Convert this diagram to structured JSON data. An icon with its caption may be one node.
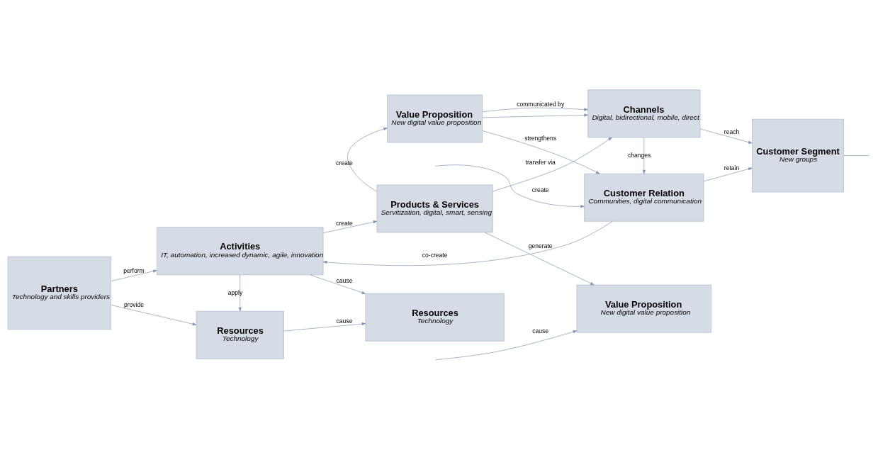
{
  "diagram": {
    "nodes": [
      {
        "text": [
          "Partners",
          "Technology and skills providers"
        ]
      },
      {
        "text": [
          "Activities",
          "IT, automation, increased dynamic, agile, innovation"
        ]
      },
      {
        "text": [
          "Products & Services",
          "Servitization, digital, smart, sensing"
        ]
      },
      {
        "text": [
          "Customer Relation",
          "Communities, digital communication"
        ]
      },
      {
        "text": [
          "Customer Segment",
          "New groups"
        ]
      },
      {
        "text": [
          "Resources",
          "Technology"
        ]
      },
      {
        "text": [
          "Value Proposition",
          "New digital value proposition"
        ]
      },
      {
        "text": [
          "Channels",
          "Digital, bidirectional, mobile, direct"
        ]
      },
      {
        "text": [
          "Resources",
          "Technology"
        ]
      },
      {
        "text": [
          "Value Proposition",
          "New digital value proposition"
        ]
      }
    ],
    "edges": [
      {
        "from": 0,
        "to": 1,
        "arrow": "to",
        "label": "perform"
      },
      {
        "from": 0,
        "to": 5,
        "arrow": "to",
        "label": "provide"
      },
      {
        "from": 1,
        "to": 2,
        "arrow": "to",
        "label": "create"
      },
      {
        "from": 1,
        "to": 5,
        "arrow": "to",
        "label": "apply"
      },
      {
        "from": 1,
        "to": 8,
        "arrow": "to",
        "label": "cause"
      },
      {
        "from": 5,
        "to": 8,
        "arrow": "to",
        "label": "cause"
      },
      {
        "from": 2,
        "to": 6,
        "arrow": "to",
        "label": "create"
      },
      {
        "from": 2,
        "to": 7,
        "arrow": "to",
        "label": "transfer via"
      },
      {
        "from": 2,
        "to": 9,
        "arrow": "to",
        "label": "generate"
      },
      {
        "from": 3,
        "to": 1,
        "arrow": "to",
        "label": "co-create"
      },
      {
        "from": null,
        "to": 3,
        "arrow": "to",
        "label": "create"
      },
      {
        "from": 3,
        "to": 4,
        "arrow": "to",
        "label": "retain"
      },
      {
        "from": 6,
        "to": 7,
        "arrow": "to"
      },
      {
        "from": 6,
        "to": 3,
        "arrow": "to",
        "label": "strengthens"
      },
      {
        "from": 6,
        "to": 7,
        "arrow": "to",
        "label": "communicated by"
      },
      {
        "from": 7,
        "to": 3,
        "arrow": "to",
        "label": "changes"
      },
      {
        "from": 7,
        "to": 4,
        "arrow": "to",
        "label": "reach"
      },
      {
        "from": 4,
        "to": null,
        "arrow": "none"
      },
      {
        "from": null,
        "to": 9,
        "arrow": "to",
        "label": "cause"
      }
    ]
  }
}
